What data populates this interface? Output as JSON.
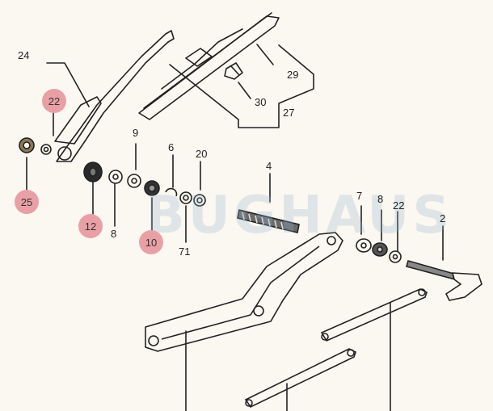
{
  "watermark": "BUGHAUS",
  "colors": {
    "highlight": "#e8a0a6",
    "ink": "#222222",
    "paper": "#fbf8f1",
    "watermark": "#96b4cd"
  },
  "callouts": {
    "c24": "24",
    "c22a": "22",
    "c25": "25",
    "c12": "12",
    "c8a": "8",
    "c9": "9",
    "c10": "10",
    "c6": "6",
    "c71": "71",
    "c20": "20",
    "c4": "4",
    "c29": "29",
    "c30": "30",
    "c27": "27",
    "c7": "7",
    "c8b": "8",
    "c22b": "22",
    "c2": "2"
  },
  "highlighted": [
    "22",
    "25",
    "12",
    "10"
  ]
}
